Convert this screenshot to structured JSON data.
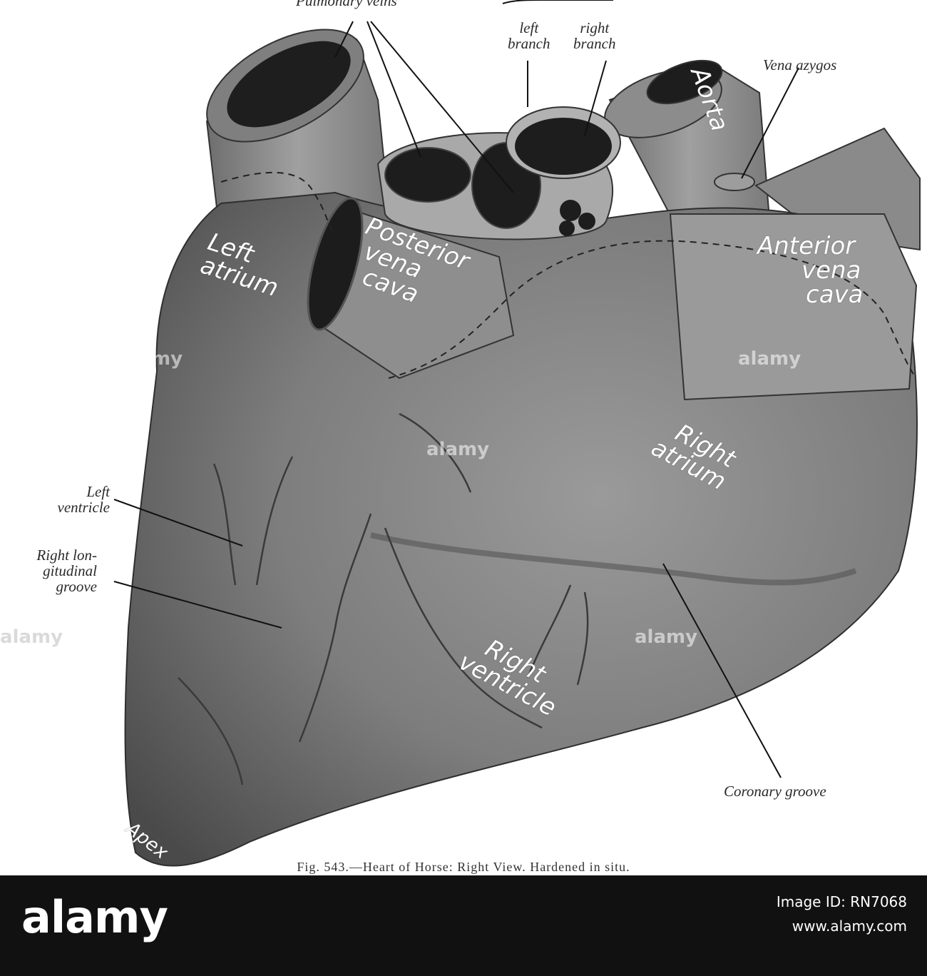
{
  "labels": {
    "pulmonary_veins": "Pulmonary veins",
    "left_branch_1": "left",
    "left_branch_2": "branch",
    "right_branch_1": "right",
    "right_branch_2": "branch",
    "vena_azygos": "Vena azygos",
    "aorta": "Aorta",
    "left_atrium_1": "Left",
    "left_atrium_2": "atrium",
    "posterior_vc_1": "Posterior",
    "posterior_vc_2": "vena",
    "posterior_vc_3": "cava",
    "anterior_vc_1": "Anterior",
    "anterior_vc_2": "vena",
    "anterior_vc_3": "cava",
    "right_atrium_1": "Right",
    "right_atrium_2": "atrium",
    "left_ventricle_1": "Left",
    "left_ventricle_2": "ventricle",
    "right_long_groove_1": "Right lon-",
    "right_long_groove_2": "gitudinal",
    "right_long_groove_3": "groove",
    "right_ventricle_1": "Right",
    "right_ventricle_2": "ventricle",
    "coronary_groove": "Coronary groove",
    "apex": "Apex"
  },
  "caption": "Fig. 543.—Heart of Horse: Right View. Hardened in situ.",
  "watermark": "alamy",
  "footer": {
    "logo": "alamy",
    "image_id_label": "Image ID: RN7068",
    "url": "www.alamy.com"
  }
}
